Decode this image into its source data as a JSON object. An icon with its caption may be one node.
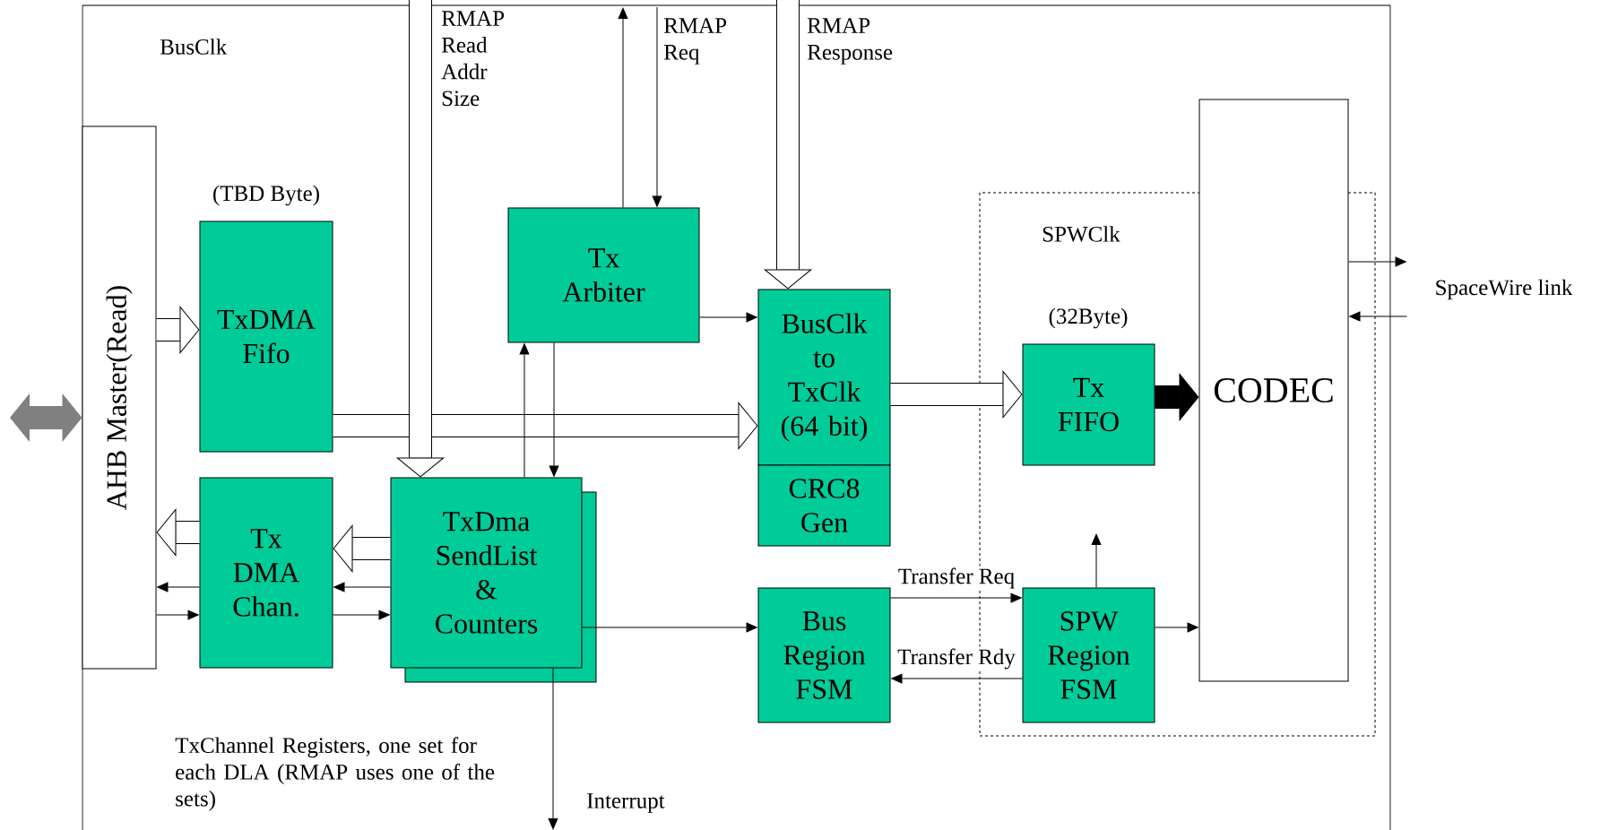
{
  "diagram": {
    "nodes": [
      {
        "text": [
          "BusClk"
        ]
      },
      {
        "text": [
          "AHB Master(Read)"
        ],
        "in": 0
      },
      {
        "text": [
          "TxDMA Fifo"
        ],
        "beside": [
          "(TBD Byte)"
        ],
        "in": 0
      },
      {
        "text": [
          "Tx Arbiter"
        ],
        "in": 0
      },
      {
        "text": [
          "BusClk to TxClk (64 bit)"
        ],
        "in": 0
      },
      {
        "text": [
          "CRC8 Gen"
        ],
        "in": 0
      },
      {
        "text": [
          "SPWClk"
        ],
        "in": 0
      },
      {
        "text": [
          "CODEC"
        ],
        "in": 0
      },
      {
        "text": [
          "Tx FIFO"
        ],
        "beside": [
          "(32Byte)"
        ],
        "in": 6
      },
      {
        "text": [
          "Tx DMA Chan."
        ],
        "in": 0
      },
      {
        "text": [
          "TxDma SendList & Counters"
        ],
        "in": 0
      },
      {
        "text": [
          "Bus Region FSM"
        ],
        "in": 0
      },
      {
        "text": [
          "SPW Region FSM"
        ],
        "in": 6
      },
      {
        "text": [
          "SpaceWire link"
        ]
      }
    ],
    "edges": [
      {
        "from": null,
        "to": 1,
        "arrow": "both",
        "style": "thick",
        "color": "#808080"
      },
      {
        "from": 1,
        "to": 2,
        "arrow": "to",
        "style": "thick"
      },
      {
        "from": 2,
        "to": 4,
        "arrow": "to",
        "style": "thick"
      },
      {
        "from": null,
        "to": 10,
        "arrow": "to",
        "style": "thick",
        "label": "RMAP Read Addr Size"
      },
      {
        "from": 3,
        "to": null,
        "arrow": "to"
      },
      {
        "from": null,
        "to": 3,
        "arrow": "to",
        "label": "RMAP Req"
      },
      {
        "from": null,
        "to": 4,
        "arrow": "to",
        "style": "thick",
        "label": "RMAP Response"
      },
      {
        "from": 3,
        "to": 4,
        "arrow": "to"
      },
      {
        "from": 10,
        "to": 3,
        "arrow": "to"
      },
      {
        "from": 3,
        "to": 10,
        "arrow": "to"
      },
      {
        "from": 4,
        "to": 8,
        "arrow": "to",
        "style": "thick"
      },
      {
        "from": 8,
        "to": 7,
        "arrow": "to",
        "style": "thick",
        "color": "#000000"
      },
      {
        "from": 7,
        "to": 13,
        "arrow": "to"
      },
      {
        "from": 13,
        "to": 7,
        "arrow": "to"
      },
      {
        "from": 10,
        "to": 9,
        "arrow": "to",
        "style": "thick"
      },
      {
        "from": 9,
        "to": 1,
        "arrow": "to",
        "style": "thick"
      },
      {
        "from": 9,
        "to": 1,
        "arrow": "to"
      },
      {
        "from": 1,
        "to": 9,
        "arrow": "to"
      },
      {
        "from": 10,
        "to": 9,
        "arrow": "to"
      },
      {
        "from": 9,
        "to": 10,
        "arrow": "to"
      },
      {
        "from": 10,
        "to": 11,
        "arrow": "to"
      },
      {
        "from": 10,
        "to": null,
        "arrow": "to",
        "label": "Interrupt"
      },
      {
        "from": 11,
        "to": 12,
        "arrow": "to",
        "label": "Transfer Req"
      },
      {
        "from": 12,
        "to": 11,
        "arrow": "to",
        "label": "Transfer Rdy"
      },
      {
        "from": 12,
        "to": null,
        "arrow": "to"
      },
      {
        "from": 12,
        "to": 7,
        "arrow": "to"
      }
    ],
    "labels": [
      "TxChannel Registers, one set for each DLA (RMAP uses one of the sets)"
    ]
  }
}
